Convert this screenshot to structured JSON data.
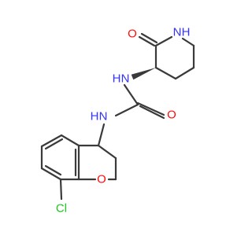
{
  "molecule": {
    "atoms": {
      "nh_ring": "N",
      "nh_ring_h": "H",
      "o_lactam": "O",
      "nh_upper": "N",
      "nh_upper_h": "H",
      "o_urea": "O",
      "nh_lower": "N",
      "nh_lower_h": "H",
      "o_chroman": "O",
      "cl": "Cl"
    },
    "colors": {
      "bond": "#3a3a3a",
      "nitrogen": "#3333ff",
      "oxygen": "#ff0d0d",
      "chlorine": "#1fc41f"
    }
  }
}
